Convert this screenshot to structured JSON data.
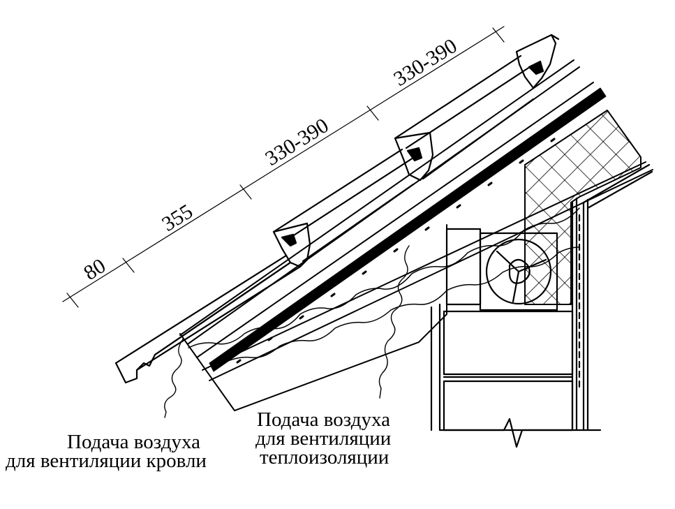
{
  "dimensions": {
    "d1": "80",
    "d2": "355",
    "d3": "330-390",
    "d4": "330-390"
  },
  "captions": {
    "roof_air": {
      "line1": "Подача воздуха",
      "line2": "для вентиляции кровли"
    },
    "insulation_air": {
      "line1": "Подача воздуха",
      "line2": "для вентиляции",
      "line3": "теплоизоляции"
    }
  },
  "colors": {
    "ink": "#000000",
    "paper": "#ffffff"
  }
}
